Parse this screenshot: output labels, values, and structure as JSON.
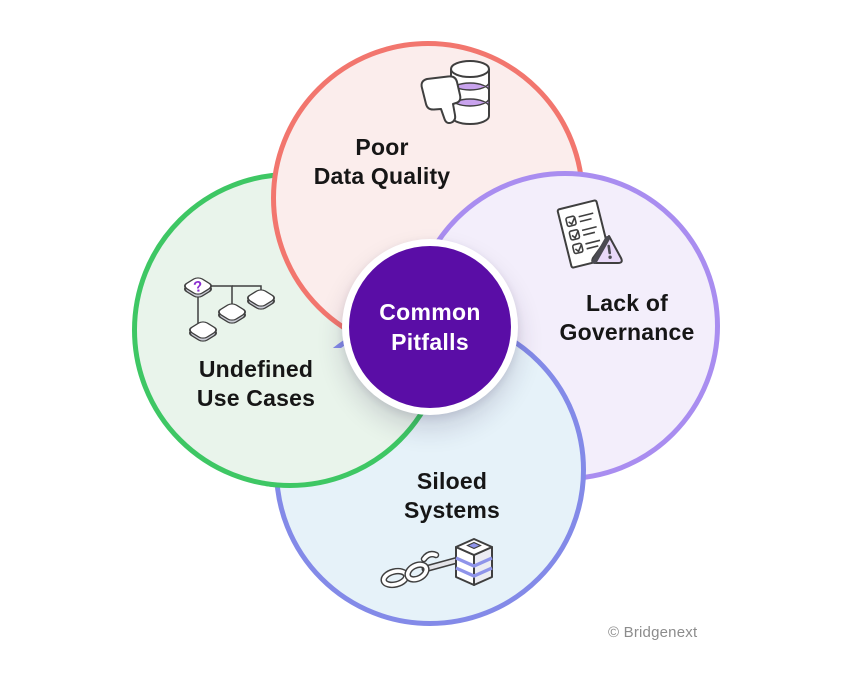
{
  "title": {
    "lines": [
      "Common",
      "Pitfalls"
    ],
    "bg_color": "#5A0DA6",
    "text_color": "#FFFFFF"
  },
  "pitfalls": [
    {
      "id": "poor-data-quality",
      "label_lines": [
        "Poor",
        "Data Quality"
      ],
      "icon": "thumbs-down-database-icon",
      "border_color": "#F2766E",
      "fill_color": "#FBEDEC"
    },
    {
      "id": "lack-of-governance",
      "label_lines": [
        "Lack of",
        "Governance"
      ],
      "icon": "checklist-warning-icon",
      "border_color": "#A98DF0",
      "fill_color": "#F3EEFB"
    },
    {
      "id": "undefined-use-cases",
      "label_lines": [
        "Undefined",
        "Use Cases"
      ],
      "icon": "flowchart-question-icon",
      "border_color": "#3EC764",
      "fill_color": "#E9F4EB"
    },
    {
      "id": "siloed-systems",
      "label_lines": [
        "Siloed",
        "Systems"
      ],
      "icon": "broken-chain-server-icon",
      "border_color": "#838AE8",
      "fill_color": "#E6F2F9"
    }
  ],
  "footer": {
    "copyright": "© Bridgenext"
  },
  "colors": {
    "label_text": "#161616",
    "copyright_text": "#8C8C8C",
    "icon_outline": "#3F3F3F",
    "icon_purple_accent": "#C9A3EE",
    "icon_periwinkle_accent": "#8F94EA"
  }
}
